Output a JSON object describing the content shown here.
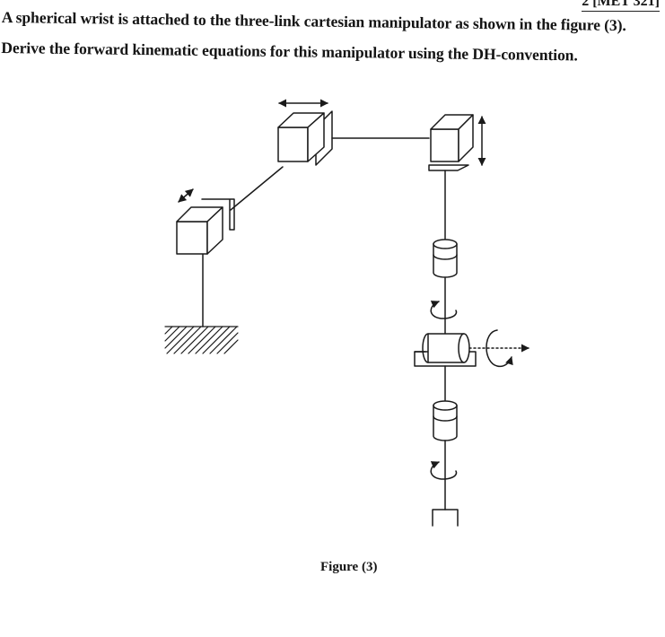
{
  "header": {
    "course_code": "2 [MET 321]"
  },
  "question": {
    "line1": "A spherical wrist is attached to the three-link cartesian manipulator as shown in the figure (3).",
    "line2_prefix": "Derive the forward kinematic equations for this manipulator using the ",
    "line2_emphasis": "DH-convention",
    "line2_suffix": "."
  },
  "figure": {
    "caption": "Figure (3)"
  }
}
